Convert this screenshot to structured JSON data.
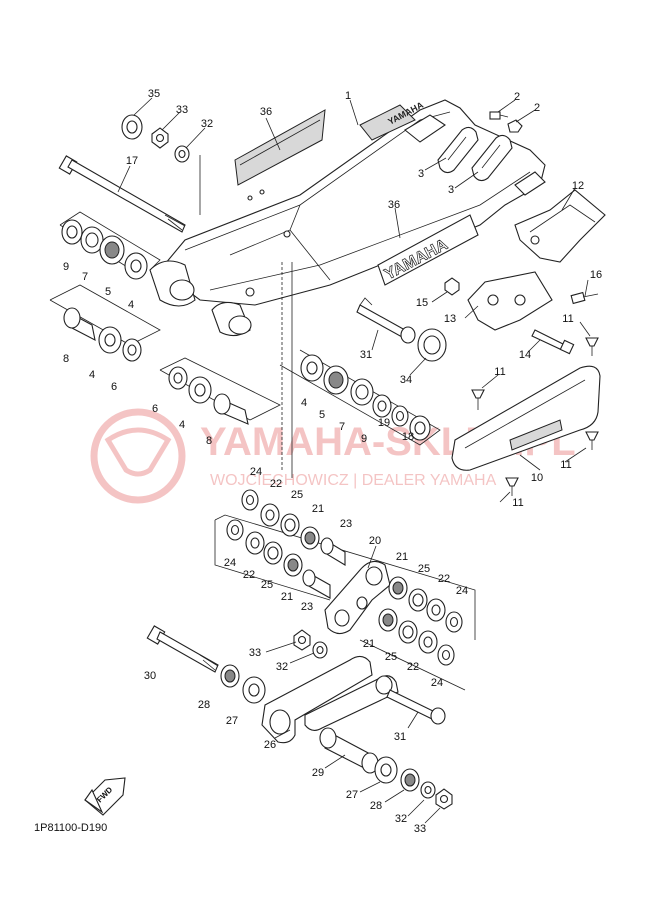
{
  "diagram": {
    "code": "1P81100-D190",
    "fwd_label": "FWD",
    "brand_swingarm_upper": "YAMAHA",
    "brand_swingarm_lower": "YAMAHA",
    "watermark": {
      "main": "YAMAHA-SKLEP.PL",
      "sub": "WOJCIECHOWICZ | DEALER YAMAHA",
      "color": "#e05858"
    },
    "part_labels": [
      "35",
      "33",
      "32",
      "36",
      "1",
      "2",
      "2",
      "17",
      "3",
      "3",
      "12",
      "36",
      "9",
      "7",
      "5",
      "4",
      "15",
      "16",
      "13",
      "11",
      "14",
      "8",
      "4",
      "6",
      "31",
      "34",
      "11",
      "6",
      "4",
      "8",
      "4",
      "5",
      "7",
      "9",
      "19",
      "18",
      "10",
      "11",
      "11",
      "24",
      "22",
      "25",
      "21",
      "23",
      "20",
      "24",
      "22",
      "25",
      "21",
      "23",
      "21",
      "25",
      "22",
      "24",
      "21",
      "25",
      "22",
      "24",
      "33",
      "32",
      "30",
      "28",
      "27",
      "26",
      "31",
      "29",
      "27",
      "28",
      "32",
      "33"
    ]
  }
}
